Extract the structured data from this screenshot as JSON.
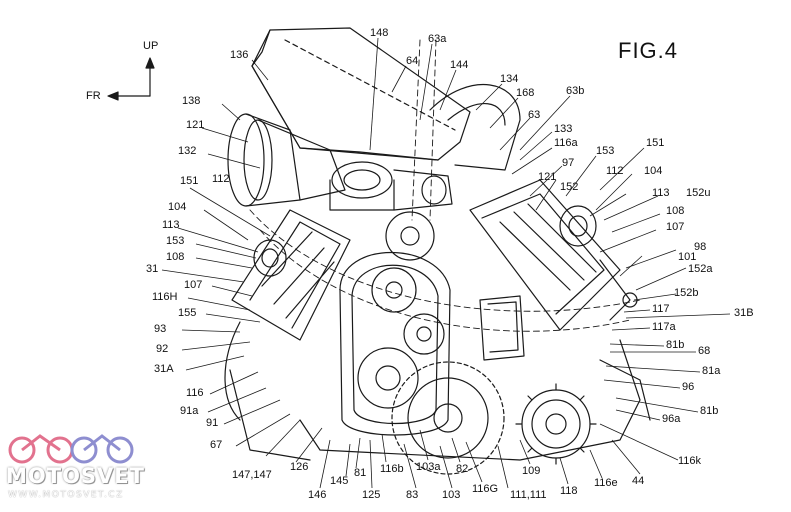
{
  "figure": {
    "title": "FIG.4",
    "axis_up": "UP",
    "axis_fr": "FR"
  },
  "labels": {
    "l148": "148",
    "l63a": "63a",
    "l136": "136",
    "l64": "64",
    "l144": "144",
    "l134": "134",
    "l168": "168",
    "l63b": "63b",
    "l138": "138",
    "l63": "63",
    "l133": "133",
    "l116a": "116a",
    "l121a": "121",
    "l151a": "151",
    "l153a": "153",
    "l97": "97",
    "l132": "132",
    "l112a": "112",
    "l121b": "121",
    "l152": "152",
    "l104a": "104",
    "l151b": "151",
    "l112b": "112",
    "l113a": "113",
    "l152u": "152u",
    "l104b": "104",
    "l108a": "108",
    "l113b": "113",
    "l107a": "107",
    "l153b": "153",
    "l98": "98",
    "l108b": "108",
    "l101": "101",
    "l31": "31",
    "l152a": "152a",
    "l107b": "107",
    "l152b": "152b",
    "l116H": "116H",
    "l117": "117",
    "l155": "155",
    "l31B": "31B",
    "l93": "93",
    "l117a": "117a",
    "l92": "92",
    "l81b1": "81b",
    "l31A": "31A",
    "l68": "68",
    "l116": "116",
    "l81a": "81a",
    "l96": "96",
    "l91a": "91a",
    "l81b2": "81b",
    "l96a": "96a",
    "l91": "91",
    "l67": "67",
    "l116k": "116k",
    "l147": "147,147",
    "l126": "126",
    "l81": "81",
    "l116b": "116b",
    "l103a": "103a",
    "l82": "82",
    "l109": "109",
    "l145": "145",
    "l83": "83",
    "l103": "103",
    "l116G": "116G",
    "l111": "111,111",
    "l118": "118",
    "l116e": "116e",
    "l44": "44",
    "l146": "146",
    "l125": "125"
  },
  "watermark": {
    "name": "MOTOSVET",
    "url": "WWW.MOTOSVET.CZ"
  }
}
